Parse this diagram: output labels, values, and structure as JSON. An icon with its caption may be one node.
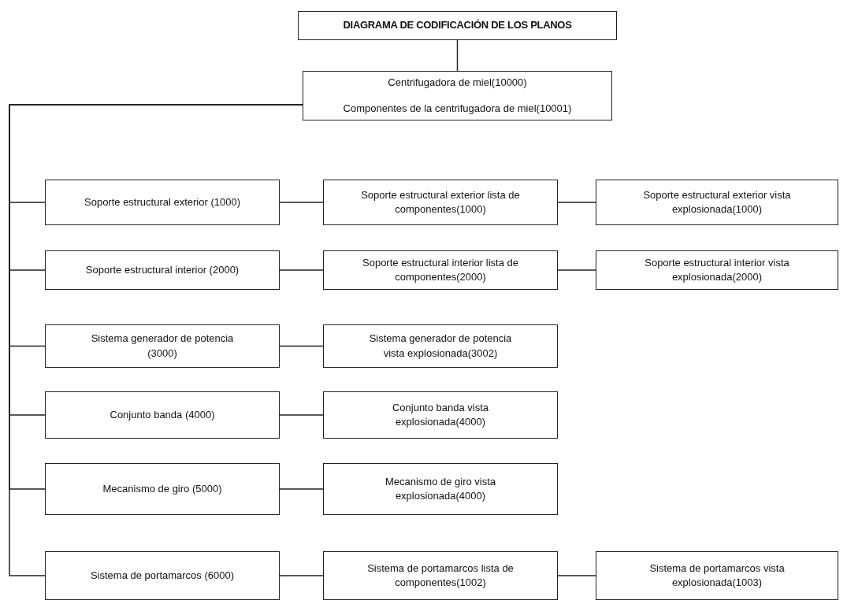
{
  "diagram": {
    "nodes": [
      {
        "text": [
          "DIAGRAMA DE CODIFICACIÓN DE LOS PLANOS"
        ]
      },
      {
        "text": [
          "Centrifugadora de miel(10000)",
          "Componentes de la centrifugadora de miel(10001)"
        ]
      },
      {
        "text": [
          "Soporte estructural exterior (1000)"
        ]
      },
      {
        "text": [
          "Soporte estructural exterior lista de componentes(1000)"
        ]
      },
      {
        "text": [
          "Soporte estructural exterior vista explosionada(1000)"
        ]
      },
      {
        "text": [
          "Soporte estructural interior (2000)"
        ]
      },
      {
        "text": [
          "Soporte estructural interior lista de componentes(2000)"
        ]
      },
      {
        "text": [
          "Soporte estructural interior vista explosionada(2000)"
        ]
      },
      {
        "text": [
          "Sistema generador de potencia (3000)"
        ]
      },
      {
        "text": [
          "Sistema generador de potencia vista explosionada(3002)"
        ]
      },
      {
        "text": [
          "Conjunto banda (4000)"
        ]
      },
      {
        "text": [
          "Conjunto banda vista explosionada(4000)"
        ]
      },
      {
        "text": [
          "Mecanismo de giro (5000)"
        ]
      },
      {
        "text": [
          "Mecanismo de giro vista explosionada(4000)"
        ]
      },
      {
        "text": [
          "Sistema de portamarcos (6000)"
        ]
      },
      {
        "text": [
          "Sistema de portamarcos lista de componentes(1002)"
        ]
      },
      {
        "text": [
          "Sistema de portamarcos vista explosionada(1003)"
        ]
      }
    ],
    "edges": [
      {
        "from": 0,
        "to": 1,
        "arrow": "none"
      },
      {
        "from": 1,
        "to": 2,
        "arrow": "none"
      },
      {
        "from": 1,
        "to": 5,
        "arrow": "none"
      },
      {
        "from": 1,
        "to": 8,
        "arrow": "none"
      },
      {
        "from": 1,
        "to": 10,
        "arrow": "none"
      },
      {
        "from": 1,
        "to": 12,
        "arrow": "none"
      },
      {
        "from": 1,
        "to": 14,
        "arrow": "none"
      },
      {
        "from": 2,
        "to": 3,
        "arrow": "none"
      },
      {
        "from": 3,
        "to": 4,
        "arrow": "none"
      },
      {
        "from": 5,
        "to": 6,
        "arrow": "none"
      },
      {
        "from": 6,
        "to": 7,
        "arrow": "none"
      },
      {
        "from": 8,
        "to": 9,
        "arrow": "none"
      },
      {
        "from": 10,
        "to": 11,
        "arrow": "none"
      },
      {
        "from": 12,
        "to": 13,
        "arrow": "none"
      },
      {
        "from": 14,
        "to": 15,
        "arrow": "none"
      },
      {
        "from": 15,
        "to": 16,
        "arrow": "none"
      }
    ]
  }
}
